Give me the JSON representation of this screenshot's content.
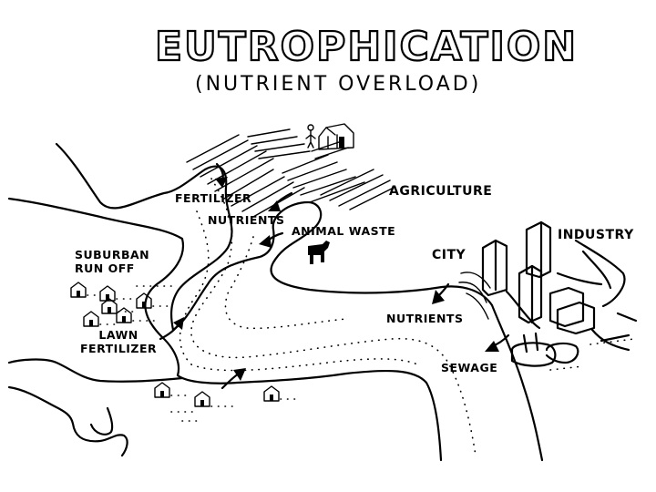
{
  "title": "EUTROPHICATION",
  "subtitle": "(NUTRIENT OVERLOAD)",
  "labels": {
    "fertilizer": "FERTILIZER",
    "agriculture": "AGRICULTURE",
    "nutrients_top": "NUTRIENTS",
    "animal_waste": "ANIMAL WASTE",
    "suburban_runoff": "SUBURBAN\nRUN OFF",
    "lawn_fertilizer": "LAWN\nFERTILIZER",
    "city": "CITY",
    "industry": "INDUSTRY",
    "nutrients_city": "NUTRIENTS",
    "sewage": "SEWAGE"
  },
  "icons": [
    "farmer-icon",
    "barn-icon",
    "cow-icon",
    "house-icon",
    "skyscraper-icon",
    "factory-icon",
    "arrow-icon"
  ],
  "colors": {
    "ink": "#000000",
    "paper": "#ffffff"
  }
}
